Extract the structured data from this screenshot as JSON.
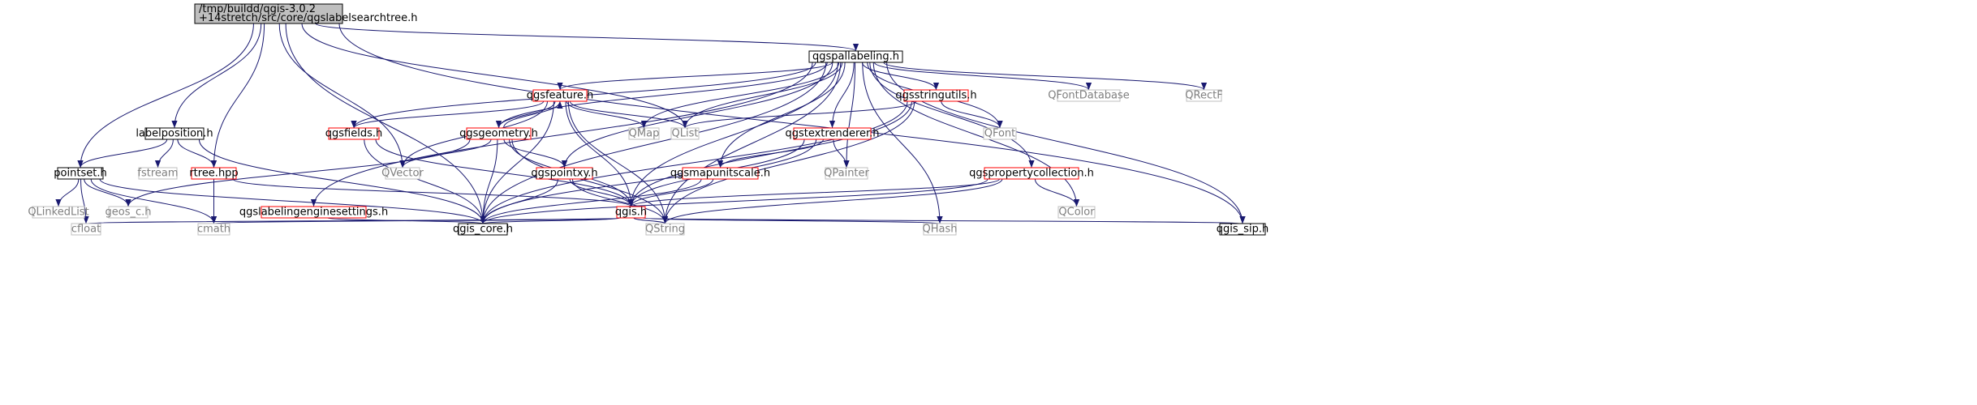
{
  "nodes": [
    {
      "id": "root",
      "lines": [
        "/tmp/buildd/qgis-3.0.2",
        "+14stretch/src/core/qgslabelsearchtree.h"
      ],
      "style": "root"
    },
    {
      "id": "qgspallabeling",
      "lines": [
        "qgspallabeling.h"
      ],
      "style": "black"
    },
    {
      "id": "labelposition",
      "lines": [
        "labelposition.h"
      ],
      "style": "black"
    },
    {
      "id": "pointset",
      "lines": [
        "pointset.h"
      ],
      "style": "black"
    },
    {
      "id": "qgis_sip",
      "lines": [
        "qgis_sip.h"
      ],
      "style": "black"
    },
    {
      "id": "qgsfeature",
      "lines": [
        "qgsfeature.h"
      ],
      "style": "red"
    },
    {
      "id": "qgsstringutils",
      "lines": [
        "qgsstringutils.h"
      ],
      "style": "red"
    },
    {
      "id": "qgsfields",
      "lines": [
        "qgsfields.h"
      ],
      "style": "red"
    },
    {
      "id": "qgsgeometry",
      "lines": [
        "qgsgeometry.h"
      ],
      "style": "red"
    },
    {
      "id": "qgstextrenderer",
      "lines": [
        "qgstextrenderer.h"
      ],
      "style": "red"
    },
    {
      "id": "rtree",
      "lines": [
        "rtree.hpp"
      ],
      "style": "red"
    },
    {
      "id": "qgspointxy",
      "lines": [
        "qgspointxy.h"
      ],
      "style": "red"
    },
    {
      "id": "qgsmapunitscale",
      "lines": [
        "qgsmapunitscale.h"
      ],
      "style": "red"
    },
    {
      "id": "qgspropertycollection",
      "lines": [
        "qgspropertycollection.h"
      ],
      "style": "red"
    },
    {
      "id": "qgslabelingenginesettings",
      "lines": [
        "qgslabelingenginesettings.h"
      ],
      "style": "red"
    },
    {
      "id": "qgis",
      "lines": [
        "qgis.h"
      ],
      "style": "red"
    },
    {
      "id": "qgis_core",
      "lines": [
        "qgis_core.h"
      ],
      "style": "black"
    },
    {
      "id": "QFontDatabase",
      "lines": [
        "QFontDatabase"
      ],
      "style": "gray"
    },
    {
      "id": "QRectF",
      "lines": [
        "QRectF"
      ],
      "style": "gray"
    },
    {
      "id": "QMap",
      "lines": [
        "QMap"
      ],
      "style": "gray"
    },
    {
      "id": "QList",
      "lines": [
        "QList"
      ],
      "style": "gray"
    },
    {
      "id": "QFont",
      "lines": [
        "QFont"
      ],
      "style": "gray"
    },
    {
      "id": "fstream",
      "lines": [
        "fstream"
      ],
      "style": "gray"
    },
    {
      "id": "QVector",
      "lines": [
        "QVector"
      ],
      "style": "gray"
    },
    {
      "id": "QPainter",
      "lines": [
        "QPainter"
      ],
      "style": "gray"
    },
    {
      "id": "QLinkedList",
      "lines": [
        "QLinkedList"
      ],
      "style": "gray"
    },
    {
      "id": "geos_c",
      "lines": [
        "geos_c.h"
      ],
      "style": "gray"
    },
    {
      "id": "QColor",
      "lines": [
        "QColor"
      ],
      "style": "gray"
    },
    {
      "id": "cfloat",
      "lines": [
        "cfloat"
      ],
      "style": "gray"
    },
    {
      "id": "cmath",
      "lines": [
        "cmath"
      ],
      "style": "gray"
    },
    {
      "id": "QString",
      "lines": [
        "QString"
      ],
      "style": "gray"
    },
    {
      "id": "QHash",
      "lines": [
        "QHash"
      ],
      "style": "gray"
    }
  ],
  "edges": [
    [
      "root",
      "qgspallabeling"
    ],
    [
      "root",
      "labelposition"
    ],
    [
      "root",
      "pointset"
    ],
    [
      "root",
      "rtree"
    ],
    [
      "root",
      "qgis_sip"
    ],
    [
      "root",
      "QList"
    ],
    [
      "root",
      "QVector"
    ],
    [
      "root",
      "qgis_core"
    ],
    [
      "qgspallabeling",
      "qgsfeature"
    ],
    [
      "qgspallabeling",
      "qgsstringutils"
    ],
    [
      "qgspallabeling",
      "qgsfields"
    ],
    [
      "qgspallabeling",
      "qgsgeometry"
    ],
    [
      "qgspallabeling",
      "qgstextrenderer"
    ],
    [
      "qgspallabeling",
      "qgspointxy"
    ],
    [
      "qgspallabeling",
      "qgsmapunitscale"
    ],
    [
      "qgspallabeling",
      "qgspropertycollection"
    ],
    [
      "qgspallabeling",
      "qgslabelingenginesettings"
    ],
    [
      "qgspallabeling",
      "qgis"
    ],
    [
      "qgspallabeling",
      "qgis_core"
    ],
    [
      "qgspallabeling",
      "qgis_sip"
    ],
    [
      "qgspallabeling",
      "QFontDatabase"
    ],
    [
      "qgspallabeling",
      "QRectF"
    ],
    [
      "qgspallabeling",
      "QMap"
    ],
    [
      "qgspallabeling",
      "QList"
    ],
    [
      "qgspallabeling",
      "QFont"
    ],
    [
      "qgspallabeling",
      "QPainter"
    ],
    [
      "qgspallabeling",
      "QColor"
    ],
    [
      "qgspallabeling",
      "QString"
    ],
    [
      "qgspallabeling",
      "QHash"
    ],
    [
      "qgsfeature",
      "qgsfields"
    ],
    [
      "qgsfeature",
      "qgsgeometry"
    ],
    [
      "qgsfeature",
      "QMap"
    ],
    [
      "qgsfeature",
      "QList"
    ],
    [
      "qgsfeature",
      "QVector"
    ],
    [
      "qgsfeature",
      "qgis"
    ],
    [
      "qgsfeature",
      "qgis_core"
    ],
    [
      "qgsfeature",
      "QString"
    ],
    [
      "qgsgeometry",
      "qgsfeature"
    ],
    [
      "qgsgeometry",
      "QVector"
    ],
    [
      "qgsgeometry",
      "geos_c"
    ],
    [
      "qgsgeometry",
      "qgspointxy"
    ],
    [
      "qgsgeometry",
      "qgis"
    ],
    [
      "qgsgeometry",
      "qgis_core"
    ],
    [
      "qgsgeometry",
      "QString"
    ],
    [
      "qgsfields",
      "qgis"
    ],
    [
      "qgsfields",
      "qgis_core"
    ],
    [
      "qgsstringutils",
      "QList"
    ],
    [
      "qgsstringutils",
      "QFont"
    ],
    [
      "qgsstringutils",
      "qgis"
    ],
    [
      "qgsstringutils",
      "qgis_core"
    ],
    [
      "qgsstringutils",
      "QString"
    ],
    [
      "qgstextrenderer",
      "qgsmapunitscale"
    ],
    [
      "qgstextrenderer",
      "QPainter"
    ],
    [
      "qgstextrenderer",
      "qgis"
    ],
    [
      "qgstextrenderer",
      "qgis_core"
    ],
    [
      "qgsmapunitscale",
      "qgis"
    ],
    [
      "qgsmapunitscale",
      "qgis_core"
    ],
    [
      "qgspointxy",
      "qgis"
    ],
    [
      "qgspointxy",
      "qgis_core"
    ],
    [
      "qgspointxy",
      "QString"
    ],
    [
      "qgspropertycollection",
      "qgis"
    ],
    [
      "qgspropertycollection",
      "QColor"
    ],
    [
      "qgspropertycollection",
      "qgis_core"
    ],
    [
      "qgspropertycollection",
      "QString"
    ],
    [
      "labelposition",
      "pointset"
    ],
    [
      "labelposition",
      "rtree"
    ],
    [
      "labelposition",
      "fstream"
    ],
    [
      "labelposition",
      "qgis_core"
    ],
    [
      "pointset",
      "QLinkedList"
    ],
    [
      "pointset",
      "geos_c"
    ],
    [
      "pointset",
      "cfloat"
    ],
    [
      "pointset",
      "cmath"
    ],
    [
      "pointset",
      "qgis_core"
    ],
    [
      "rtree",
      "cmath"
    ],
    [
      "rtree",
      "qgis"
    ],
    [
      "qgslabelingenginesettings",
      "qgis_core"
    ],
    [
      "qgis",
      "cfloat"
    ],
    [
      "qgis",
      "cmath"
    ],
    [
      "qgis",
      "qgis_core"
    ],
    [
      "qgis",
      "QString"
    ],
    [
      "qgis",
      "QHash"
    ],
    [
      "qgis",
      "qgis_sip"
    ]
  ],
  "colors": {
    "root_fill": "#bfbfbf",
    "black_border": "#000000",
    "red_border": "#ff0000",
    "gray_border": "#bfbfbf",
    "gray_text": "#7f7f7f",
    "edge": "#191970"
  }
}
